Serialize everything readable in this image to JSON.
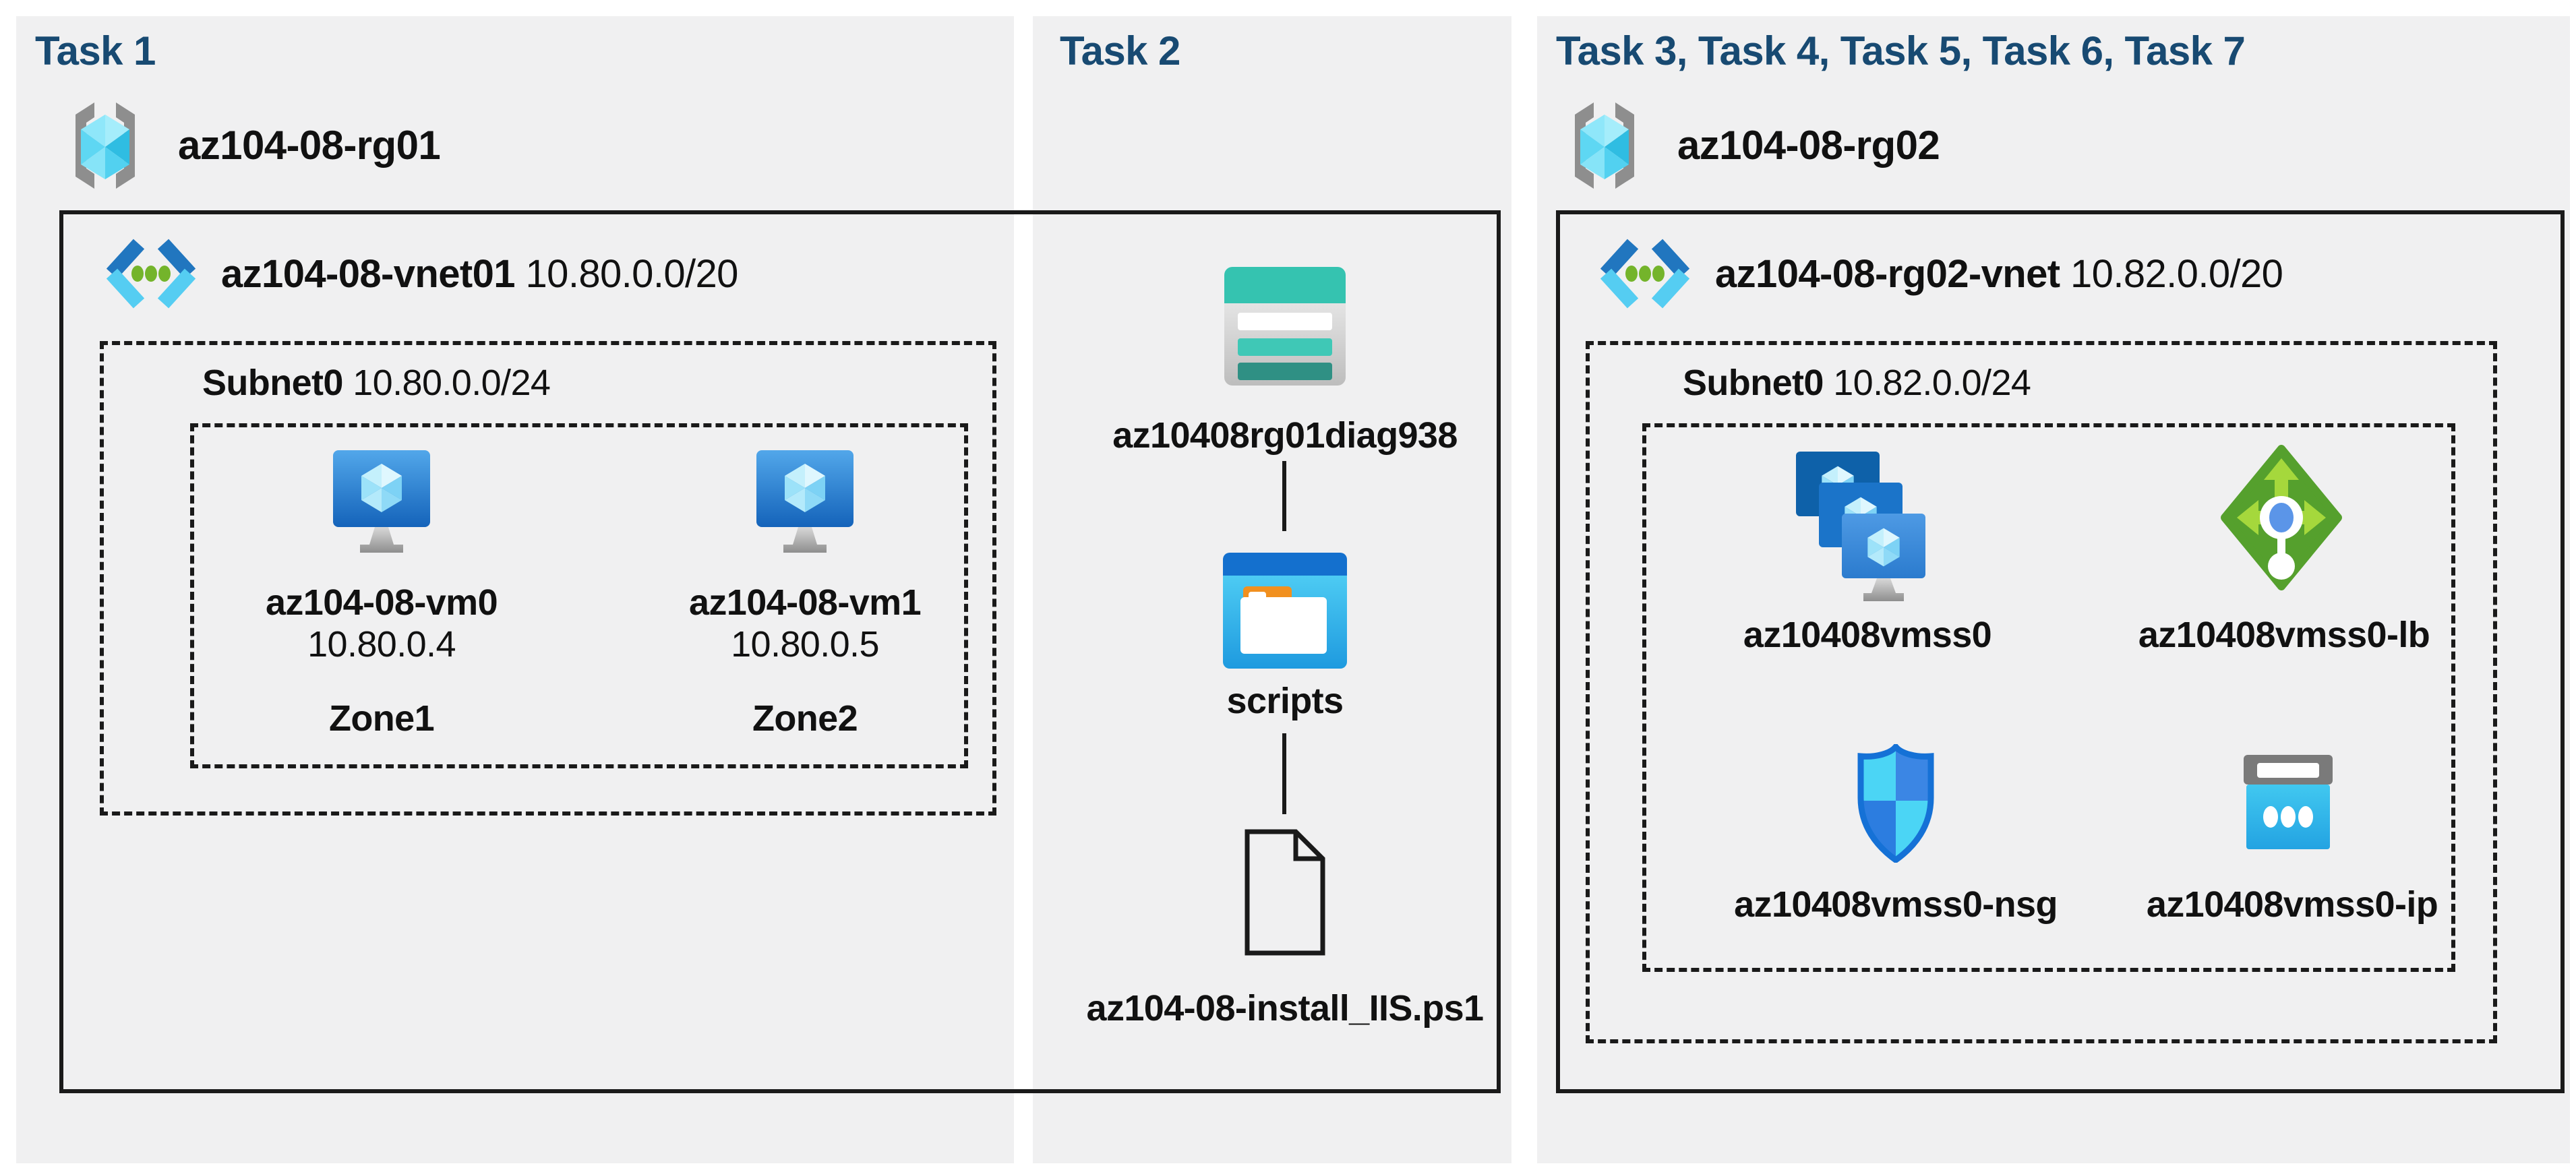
{
  "colors": {
    "title_text": "#184A72",
    "panel_background": "#F0F0F1",
    "line_and_border": "#1A1A1A",
    "label_text": "#111111"
  },
  "tasks": {
    "task1": {
      "title": "Task 1",
      "resource_group": "az104-08-rg01",
      "vnet_name": "az104-08-vnet01",
      "vnet_cidr": "10.80.0.0/20",
      "subnet_name": "Subnet0",
      "subnet_cidr": "10.80.0.0/24",
      "vms": [
        {
          "name": "az104-08-vm0",
          "ip": "10.80.0.4",
          "zone": "Zone1",
          "icon": "virtual-machine-icon"
        },
        {
          "name": "az104-08-vm1",
          "ip": "10.80.0.5",
          "zone": "Zone2",
          "icon": "virtual-machine-icon"
        }
      ]
    },
    "task2": {
      "title": "Task 2",
      "storage_account": "az10408rg01diag938",
      "folder": "scripts",
      "script_file": "az104-08-install_IIS.ps1",
      "icons": [
        "storage-account-icon",
        "folder-icon",
        "document-icon"
      ]
    },
    "task3": {
      "title": "Task 3, Task 4, Task 5, Task 6, Task 7",
      "resource_group": "az104-08-rg02",
      "vnet_name": "az104-08-rg02-vnet",
      "vnet_cidr": "10.82.0.0/20",
      "subnet_name": "Subnet0",
      "subnet_cidr": "10.82.0.0/24",
      "resources": [
        {
          "name": "az10408vmss0",
          "icon": "vm-scale-set-icon"
        },
        {
          "name": "az10408vmss0-lb",
          "icon": "load-balancer-icon"
        },
        {
          "name": "az10408vmss0-nsg",
          "icon": "network-security-group-icon"
        },
        {
          "name": "az10408vmss0-ip",
          "icon": "public-ip-icon"
        }
      ]
    }
  }
}
